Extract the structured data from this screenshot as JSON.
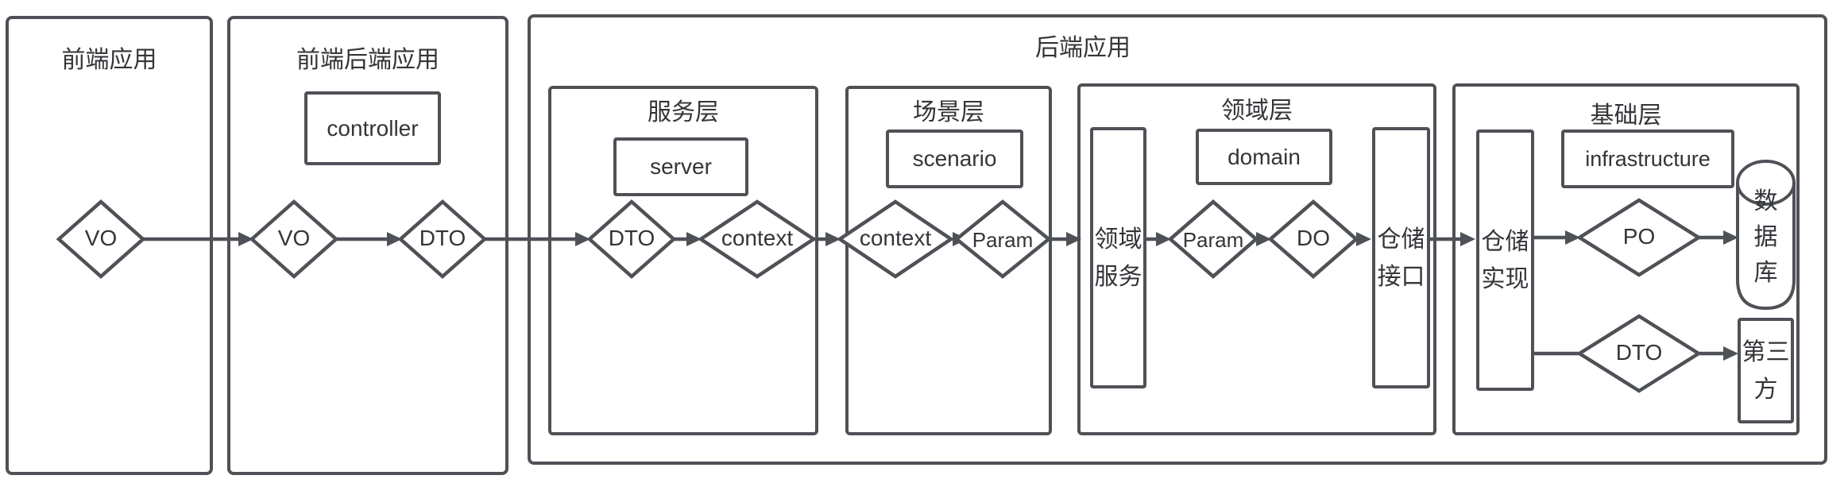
{
  "diagram": {
    "frontend_box": {
      "title": "前端应用",
      "vo": "VO"
    },
    "web_box": {
      "title": "前端后端应用",
      "controller": "controller",
      "vo": "VO",
      "dto": "DTO"
    },
    "backend_box": {
      "title": "后端应用",
      "service_layer": {
        "title": "服务层",
        "server": "server",
        "dto": "DTO",
        "context": "context"
      },
      "scenario_layer": {
        "title": "场景层",
        "scenario": "scenario",
        "context": "context",
        "param": "Param"
      },
      "domain_layer": {
        "title": "领域层",
        "domain": "domain",
        "domain_service": "领域\n服务",
        "param": "Param",
        "data_object": "DO",
        "repository_interface": "仓储\n接口"
      },
      "infrastructure_layer": {
        "title": "基础层",
        "infrastructure": "infrastructure",
        "repository_impl": "仓储\n实现",
        "po": "PO",
        "dto": "DTO",
        "database": "数\n据\n库",
        "third_party": "第三\n方"
      }
    }
  },
  "colors": {
    "stroke": "#4e5156",
    "text": "#333539",
    "background": "#ffffff"
  }
}
